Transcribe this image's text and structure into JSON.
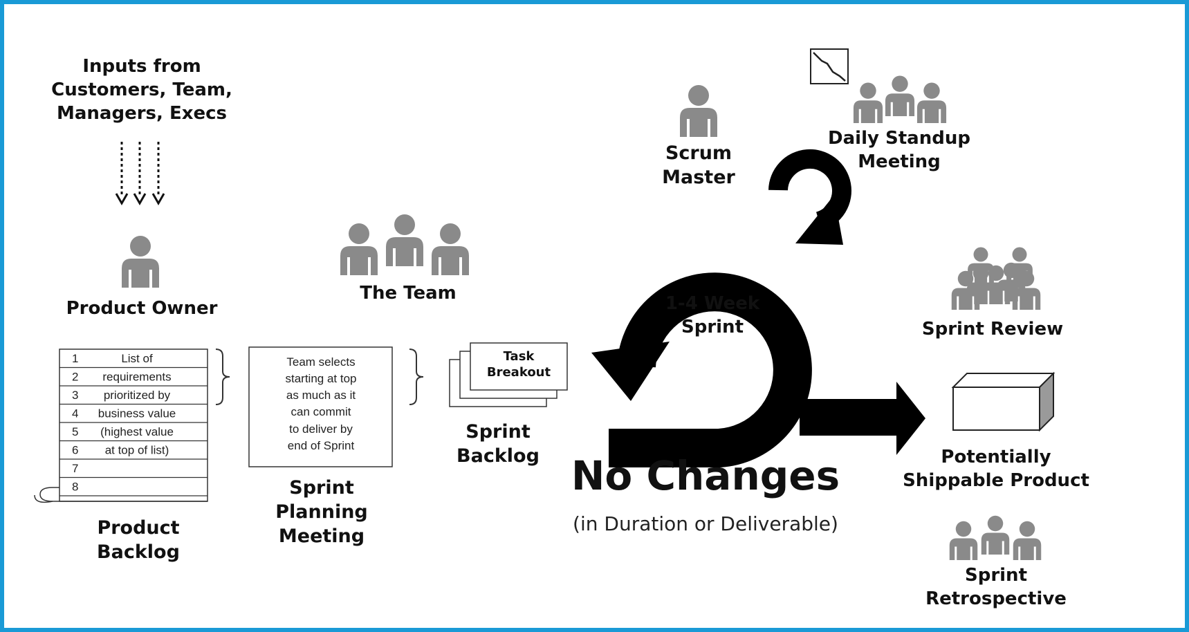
{
  "colors": {
    "frame": "#1a9ad6",
    "person": "#8a8a8a",
    "ink": "#111111",
    "arrow": "#000000"
  },
  "inputs": {
    "lines": [
      "Inputs from",
      "Customers, Team,",
      "Managers, Execs"
    ]
  },
  "product_owner": {
    "label": "Product Owner",
    "icon": "person-icon"
  },
  "the_team": {
    "label": "The Team",
    "icon": "group-icon"
  },
  "scrum_master": {
    "lines": [
      "Scrum",
      "Master"
    ],
    "icon": "person-icon"
  },
  "daily_standup": {
    "lines": [
      "Daily Standup",
      "Meeting"
    ],
    "icon": "burndown-chart-icon"
  },
  "sprint_cycle": {
    "lines": [
      "1-4 Week",
      "Sprint"
    ]
  },
  "product_backlog": {
    "rows": [
      {
        "num": "1",
        "text": "List of"
      },
      {
        "num": "2",
        "text": "requirements"
      },
      {
        "num": "3",
        "text": "prioritized by"
      },
      {
        "num": "4",
        "text": "business value"
      },
      {
        "num": "5",
        "text": "(highest value"
      },
      {
        "num": "6",
        "text": "at top of list)"
      },
      {
        "num": "7",
        "text": ""
      },
      {
        "num": "8",
        "text": ""
      }
    ],
    "label_lines": [
      "Product",
      "Backlog"
    ]
  },
  "sprint_planning": {
    "note_lines": [
      "Team selects",
      "starting at top",
      "as much as it",
      "can commit",
      "to deliver by",
      "end of Sprint"
    ],
    "label_lines": [
      "Sprint",
      "Planning",
      "Meeting"
    ]
  },
  "sprint_backlog": {
    "card_lines": [
      "Task",
      "Breakout"
    ],
    "label_lines": [
      "Sprint",
      "Backlog"
    ]
  },
  "no_changes": {
    "title": "No Changes",
    "subtitle": "(in Duration or Deliverable)"
  },
  "sprint_review": {
    "label": "Sprint Review",
    "icon": "crowd-icon"
  },
  "shippable_product": {
    "lines": [
      "Potentially",
      "Shippable Product"
    ],
    "icon": "box-icon"
  },
  "sprint_retrospective": {
    "lines": [
      "Sprint",
      "Retrospective"
    ],
    "icon": "group-icon"
  }
}
